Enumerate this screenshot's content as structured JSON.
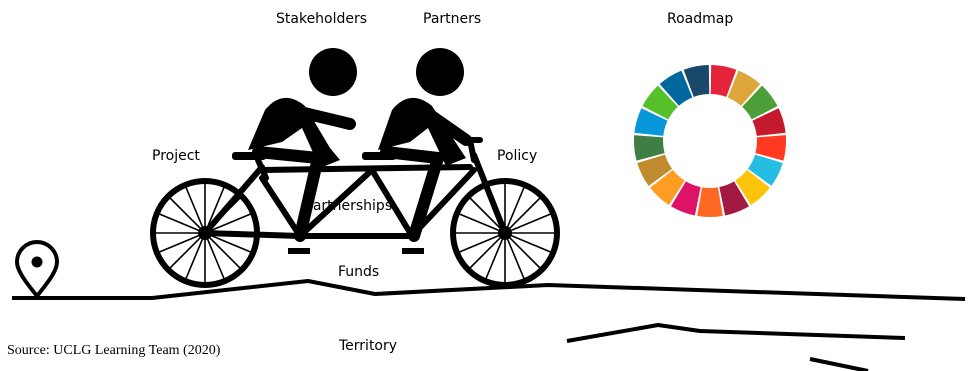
{
  "labels": {
    "stakeholders": "Stakeholders",
    "partners": "Partners",
    "roadmap": "Roadmap",
    "project": "Project",
    "policy": "Policy",
    "partnerships": "Partnerships",
    "funds": "Funds",
    "territory": "Territory"
  },
  "source": "Source: UCLG Learning Team (2020)",
  "sdg_wheel_colors": [
    "#E5243B",
    "#DDA63A",
    "#4C9F38",
    "#C5192D",
    "#FF3A21",
    "#26BDE2",
    "#FCC30B",
    "#A21942",
    "#FD6925",
    "#DD1367",
    "#FD9D24",
    "#BF8B2E",
    "#3F7E44",
    "#0A97D9",
    "#56C02B",
    "#00689D",
    "#19486A"
  ],
  "icons": [
    "location-pin-icon",
    "tandem-bicycle-icon",
    "sdg-wheel-icon"
  ]
}
